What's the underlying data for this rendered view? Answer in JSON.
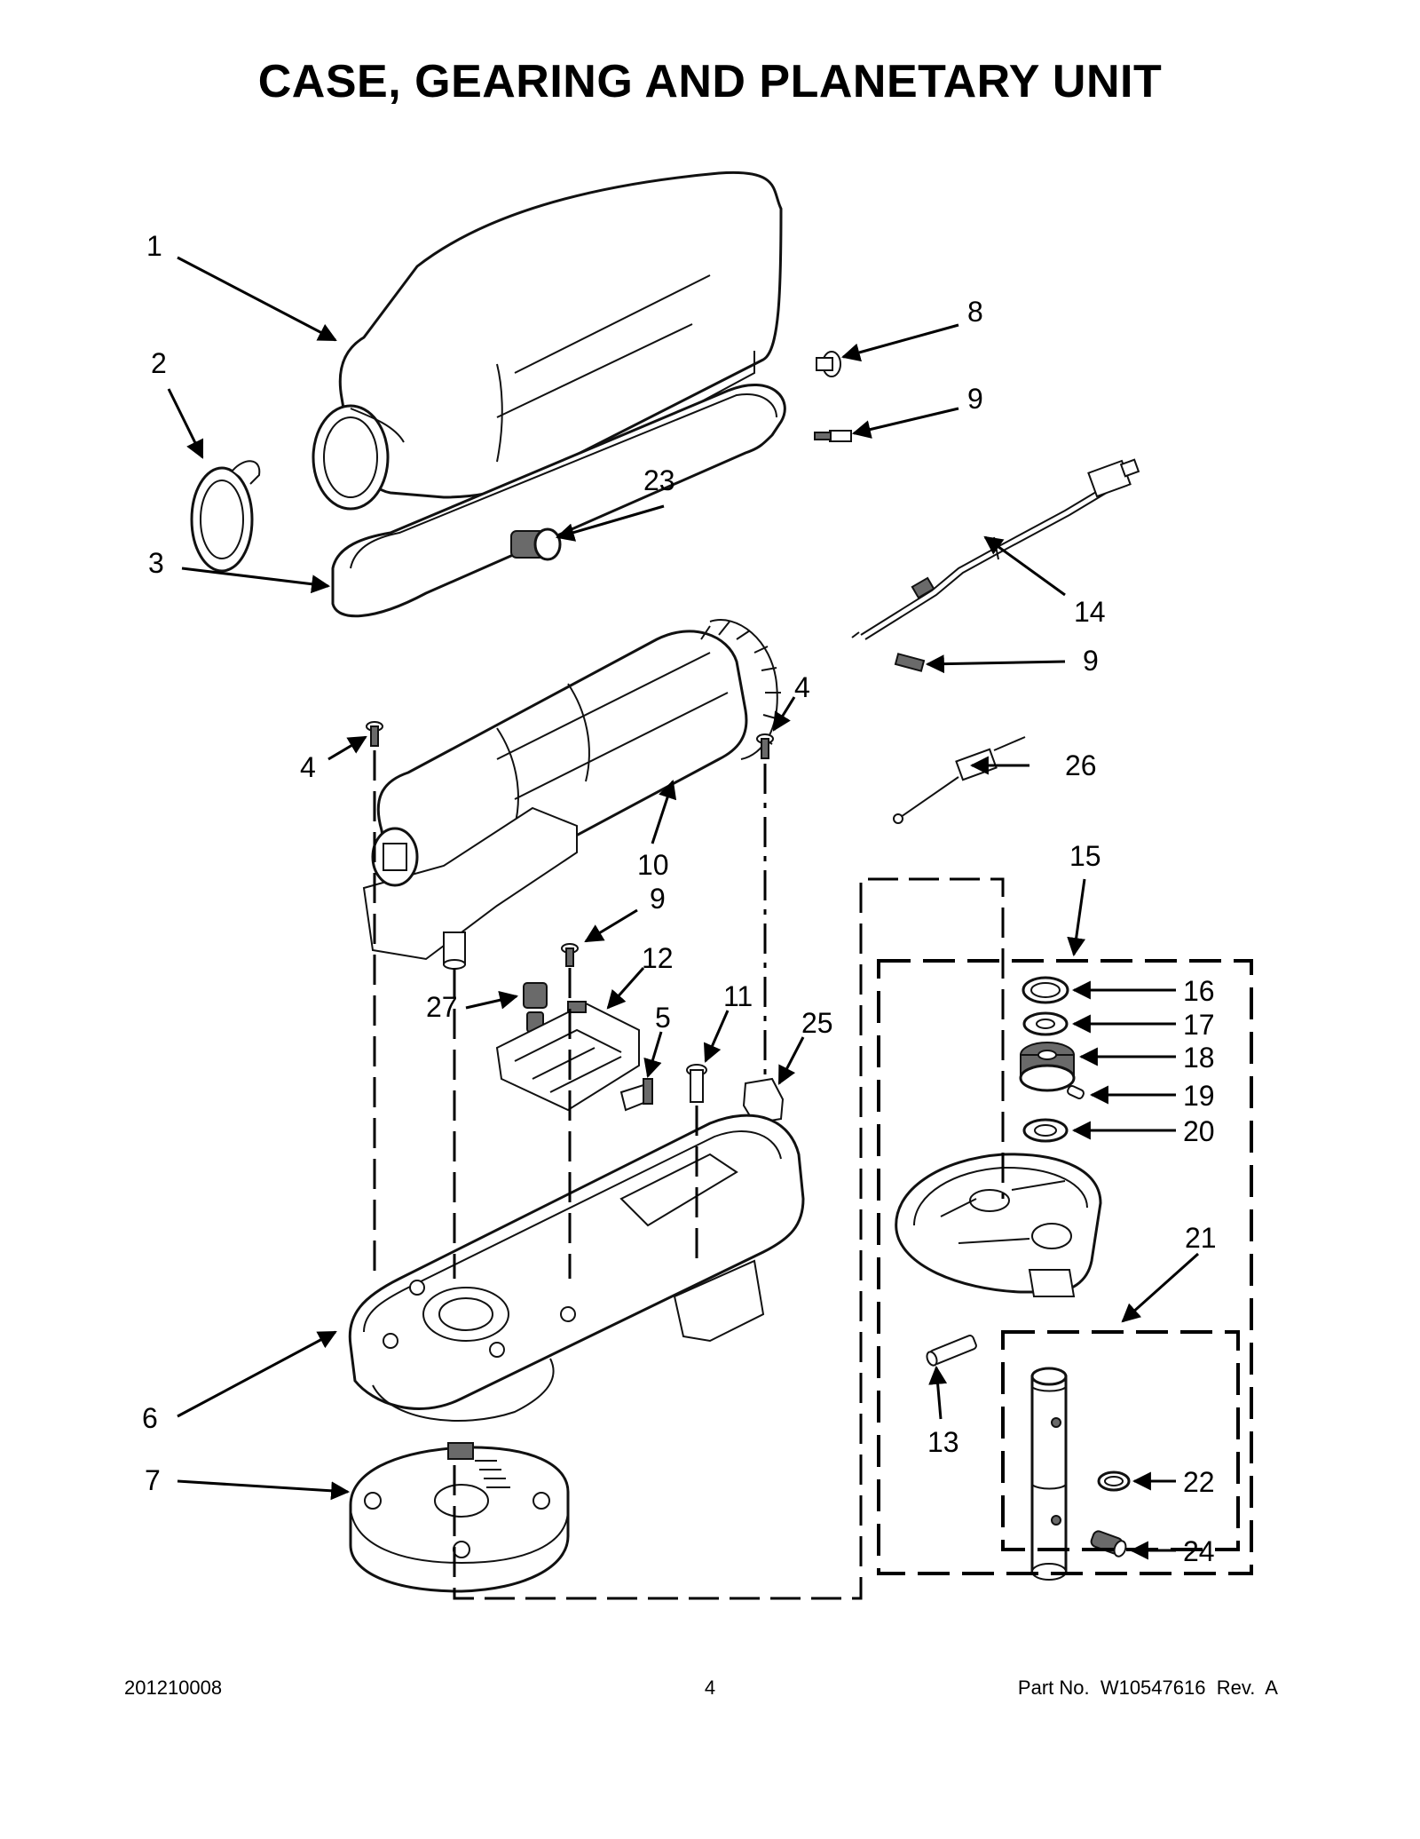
{
  "title": "CASE, GEARING AND PLANETARY UNIT",
  "footer": {
    "left": "201210008",
    "center": "4",
    "right": "Part No.  W10547616  Rev.  A"
  },
  "callouts": {
    "c1": "1",
    "c2": "2",
    "c3": "3",
    "c4a": "4",
    "c4b": "4",
    "c5": "5",
    "c6": "6",
    "c7": "7",
    "c8": "8",
    "c9a": "9",
    "c9b": "9",
    "c9c": "9",
    "c10": "10",
    "c11": "11",
    "c12": "12",
    "c13": "13",
    "c14": "14",
    "c15": "15",
    "c16": "16",
    "c17": "17",
    "c18": "18",
    "c19": "19",
    "c20": "20",
    "c21": "21",
    "c22": "22",
    "c23": "23",
    "c24": "24",
    "c25": "25",
    "c26": "26",
    "c27": "27"
  },
  "colors": {
    "line": "#000000",
    "background": "#ffffff",
    "shade": "#6a6a6a"
  }
}
